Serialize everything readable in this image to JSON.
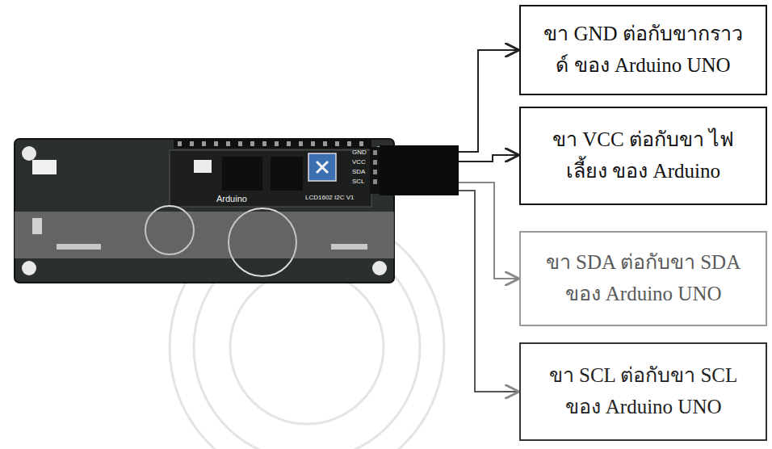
{
  "diagram": {
    "nodes": [
      {
        "text": [
          "ขา GND ต่อกับขากราวด์ ของ Arduino UNO"
        ]
      },
      {
        "text": [
          "ขา VCC ต่อกับขา ไฟเลี้ยง ของ Arduino"
        ]
      },
      {
        "text": [
          "ขา SDA ต่อกับขา SDA ของ Arduino UNO"
        ]
      },
      {
        "text": [
          "ขา SCL ต่อกับขา SCL ของ Arduino UNO"
        ]
      }
    ],
    "labels": [
      "Arduino",
      "LCD1602 I2C V1",
      "GND",
      "VCC",
      "SDA",
      "SCL"
    ]
  }
}
